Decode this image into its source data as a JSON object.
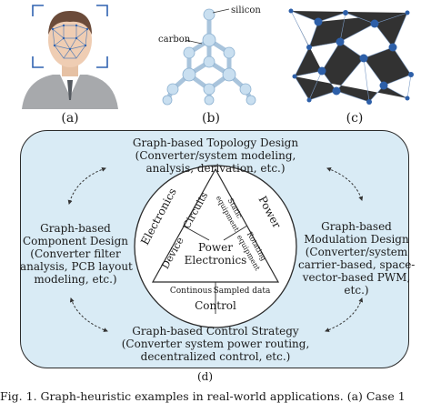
{
  "panel_a": {
    "caption": "(a)"
  },
  "panel_b": {
    "caption": "(b)",
    "label_silicon": "silicon",
    "label_carbon": "carbon"
  },
  "panel_c": {
    "caption": "(c)"
  },
  "panel_d": {
    "caption": "(d)",
    "top": {
      "line1": "Graph-based Topology Design",
      "line2": "(Converter/system modeling,",
      "line3": "analysis, derivation, etc.)"
    },
    "left": {
      "line1": "Graph-based",
      "line2": "Component Design",
      "line3": "(Converter filter",
      "line4": "analysis, PCB layout",
      "line5": "modeling, etc.)"
    },
    "right": {
      "line1": "Graph-based",
      "line2": "Modulation Design",
      "line3": "(Converter/system",
      "line4": "carrier-based, space-",
      "line5": "vector-based PWM,",
      "line6": "etc.)"
    },
    "bottom": {
      "line1": "Graph-based Control Strategy",
      "line2": "(Converter system power routing,",
      "line3": "decentralized control, etc.)"
    },
    "circle": {
      "center_line1": "Power",
      "center_line2": "Electronics",
      "electronics": "Electronics",
      "power": "Power",
      "control": "Control",
      "device": "Device",
      "circuits": "Circuits",
      "static_line1": "Static",
      "static_line2": "equipment",
      "rotating_line1": "Rotating",
      "rotating_line2": "equipment",
      "continous": "Continous",
      "sampled": "Sampled data"
    }
  },
  "footer_text": "Fig. 1.   Graph-heuristic examples in real-world applications. (a) Case 1"
}
